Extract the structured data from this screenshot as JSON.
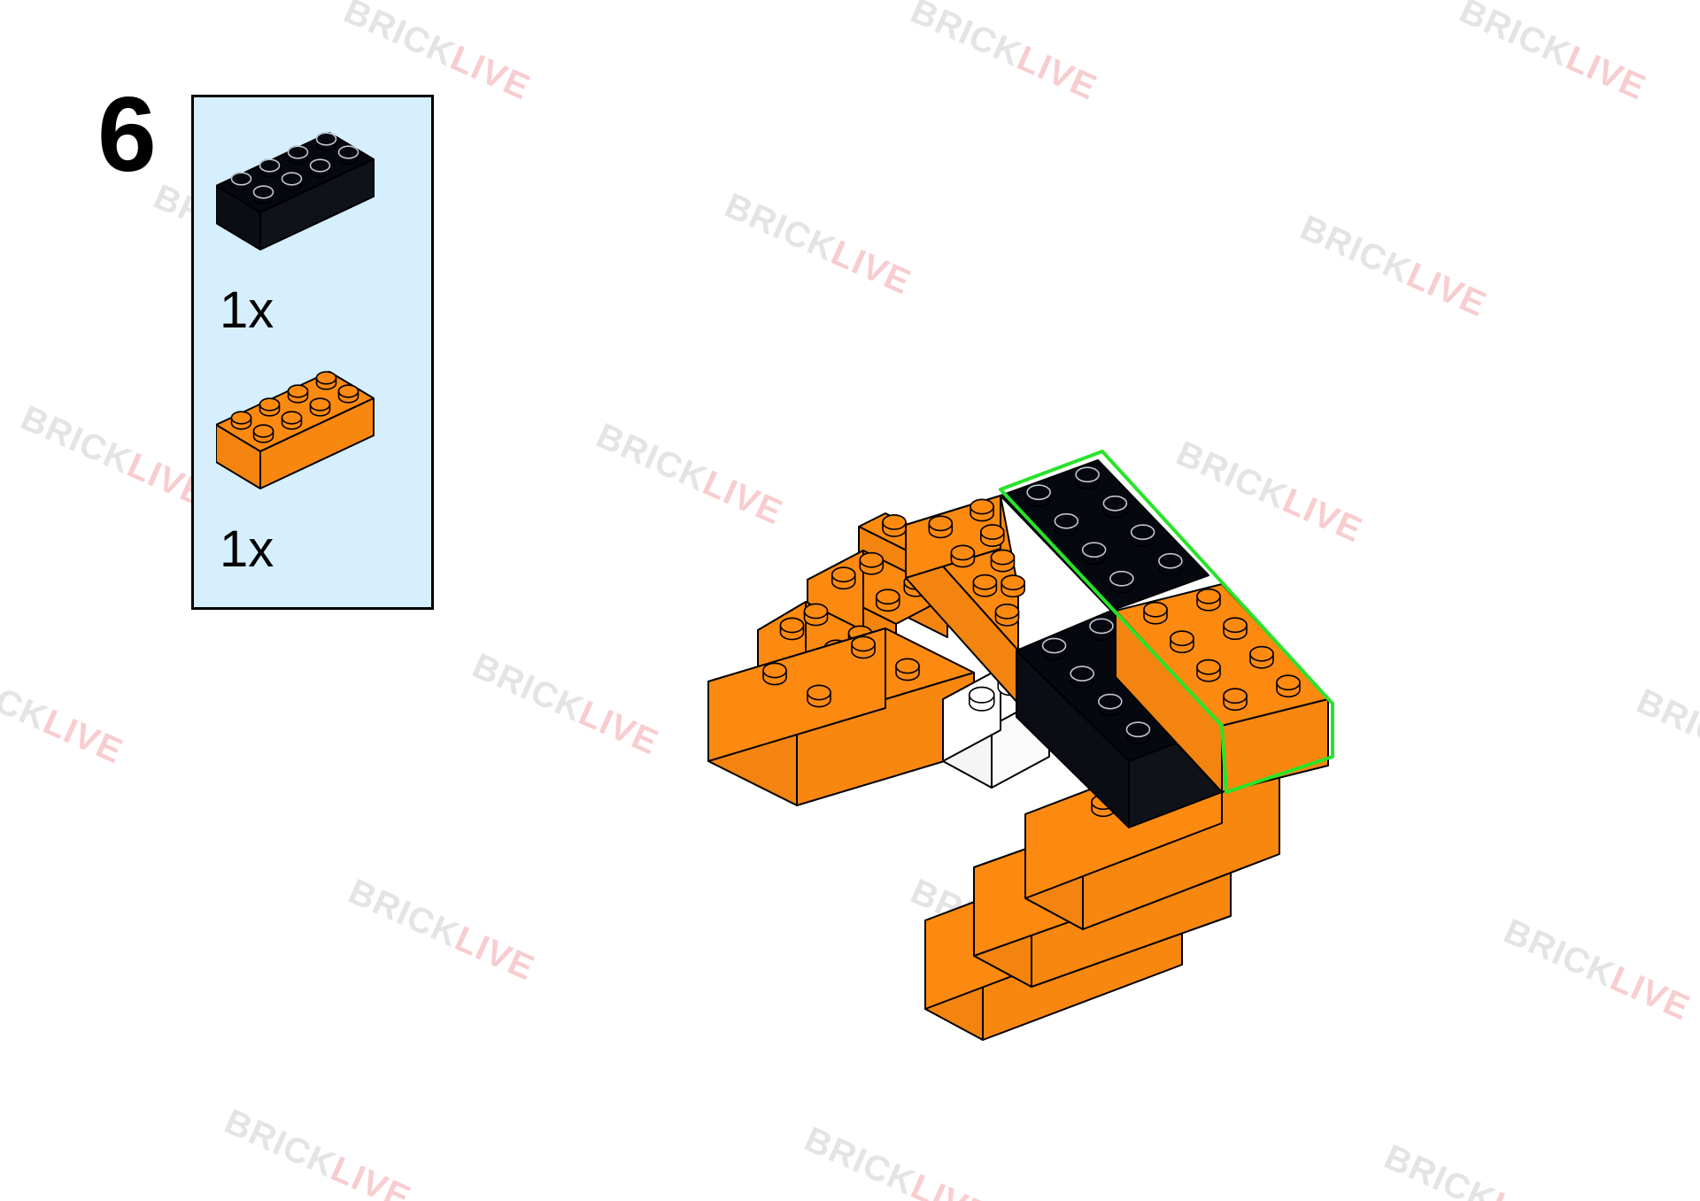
{
  "step": {
    "number": "6"
  },
  "parts": [
    {
      "quantity": "1x",
      "color": "#05080f",
      "studs": 8
    },
    {
      "quantity": "1x",
      "color": "#fd8a10",
      "studs": 8
    }
  ],
  "colors": {
    "orange": "#fd8a10",
    "black": "#05080f",
    "white": "#ffffff",
    "highlight": "#29e32a",
    "panel": "#d6efff"
  },
  "watermark": {
    "left": "BRICK",
    "right": "LIVE"
  }
}
